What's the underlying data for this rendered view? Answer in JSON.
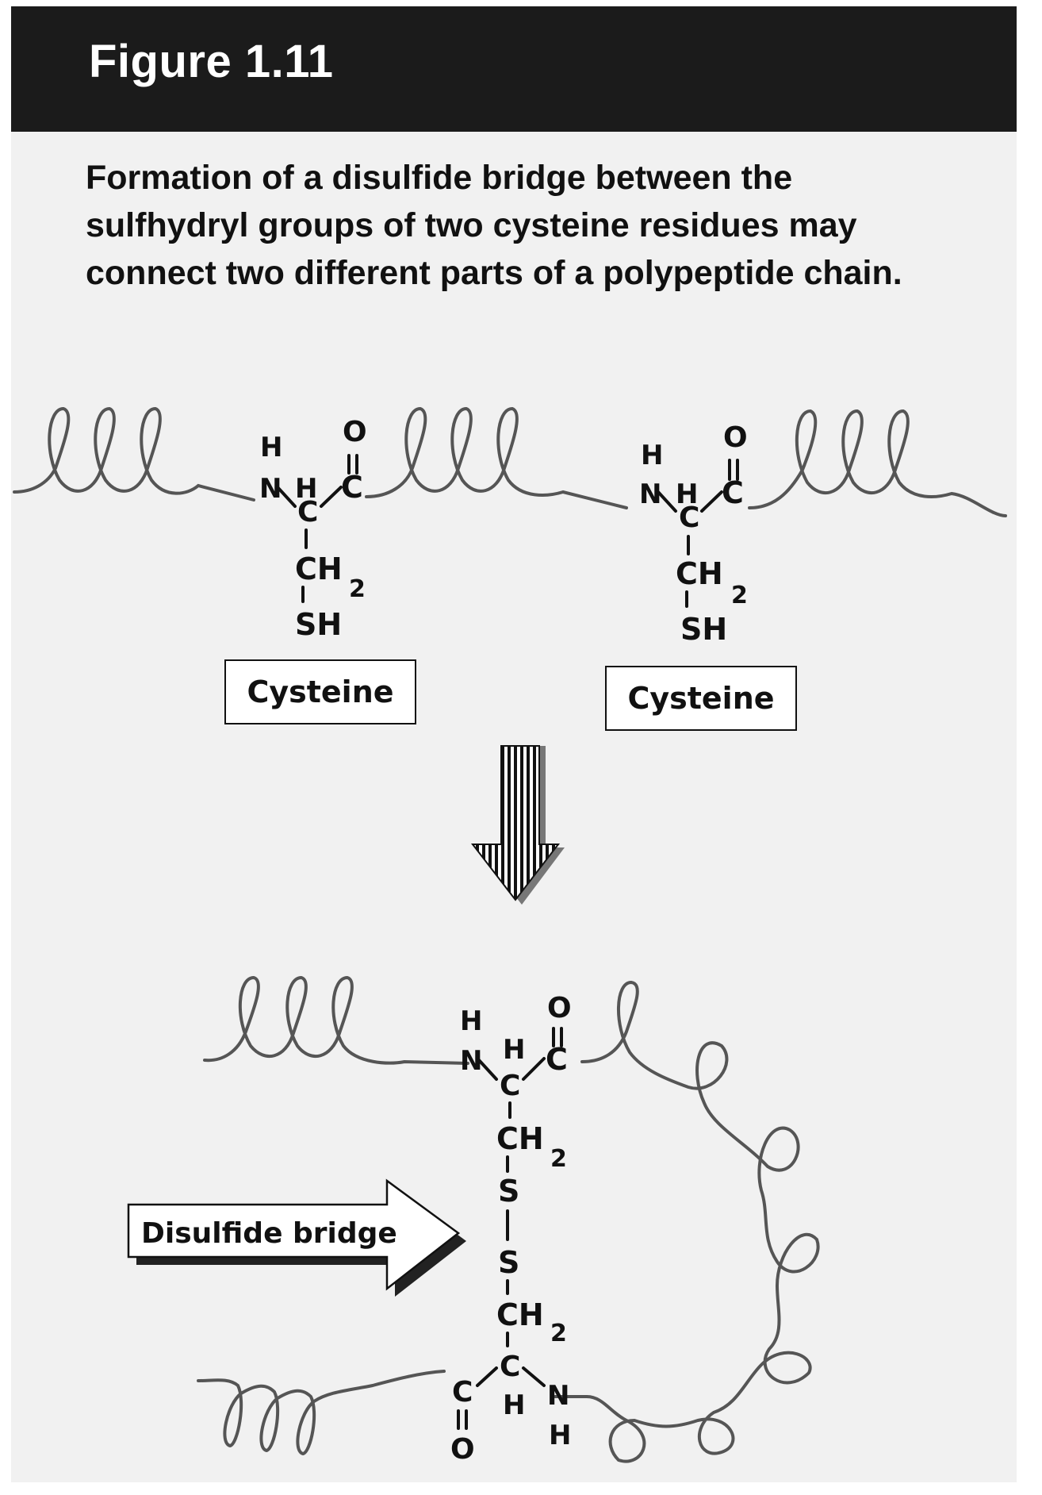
{
  "figure": {
    "title": "Figure 1.11",
    "caption_lines": [
      "Formation of a disulfide bridge between the",
      "sulfhydryl groups of two cysteine residues may",
      "connect two different parts of a polypeptide chain."
    ]
  },
  "cysteine_left": {
    "h": "H",
    "n": "N",
    "alpha_h": "H",
    "carbonyl_c": "C",
    "carbonyl_o": "O",
    "alpha_c": "C",
    "ch": "CH",
    "sub2": "2",
    "sh": "SH",
    "label": "Cysteine"
  },
  "cysteine_right": {
    "h": "H",
    "n": "N",
    "alpha_h": "H",
    "carbonyl_c": "C",
    "carbonyl_o": "O",
    "alpha_c": "C",
    "ch": "CH",
    "sub2": "2",
    "sh": "SH",
    "label": "Cysteine"
  },
  "bridged": {
    "top_h": "H",
    "top_n": "N",
    "top_alpha_h": "H",
    "top_c": "C",
    "top_o": "O",
    "top_alpha_c": "C",
    "ch_upper": "CH",
    "sub2_upper": "2",
    "s_upper": "S",
    "s_lower": "S",
    "ch_lower": "CH",
    "sub2_lower": "2",
    "bottom_alpha_c": "C",
    "bottom_c": "C",
    "bottom_o": "O",
    "bottom_alpha_h": "H",
    "bottom_n": "N",
    "bottom_n_h": "H",
    "bridge_label": "Disulfide bridge"
  }
}
